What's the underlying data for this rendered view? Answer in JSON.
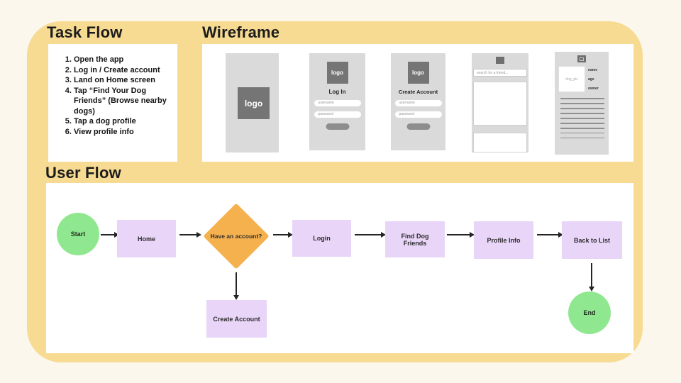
{
  "page": {
    "task_flow_title": "Task Flow",
    "wireframe_title": "Wireframe",
    "user_flow_title": "User Flow"
  },
  "task_flow": {
    "items": [
      "Open the app",
      "Log in / Create account",
      "Land on Home screen",
      "Tap “Find Your Dog Friends” (Browse nearby dogs)",
      "Tap a dog profile",
      "View profile info"
    ]
  },
  "wireframe": {
    "screens": {
      "splash": {
        "logo_label": "logo"
      },
      "login": {
        "logo_label": "logo",
        "title": "Log In",
        "username_placeholder": "username",
        "password_placeholder": "password"
      },
      "create_account": {
        "logo_label": "logo",
        "title": "Create Account",
        "username_placeholder": "username",
        "password_placeholder": "password"
      },
      "browse": {
        "search_placeholder": "search for a friend..."
      },
      "profile": {
        "photo_label": "dog_pic",
        "fields": [
          "name",
          "age",
          "owner"
        ]
      }
    }
  },
  "user_flow": {
    "nodes": {
      "start": "Start",
      "home": "Home",
      "decision": "Have an account?",
      "login": "Login",
      "find_dog_friends": "Find Dog Friends",
      "profile_info": "Profile Info",
      "back_to_list": "Back to List",
      "create_account": "Create Account",
      "end": "End"
    },
    "edges": [
      {
        "from": "start",
        "to": "home"
      },
      {
        "from": "home",
        "to": "decision"
      },
      {
        "from": "decision",
        "to": "login"
      },
      {
        "from": "decision",
        "to": "create_account"
      },
      {
        "from": "login",
        "to": "find_dog_friends"
      },
      {
        "from": "find_dog_friends",
        "to": "profile_info"
      },
      {
        "from": "profile_info",
        "to": "back_to_list"
      },
      {
        "from": "back_to_list",
        "to": "end"
      }
    ]
  },
  "colors": {
    "bg_cream": "#fbf7ec",
    "card_yellow": "#f8db92",
    "wire_gray": "#dadada",
    "logo_gray": "#757575",
    "node_purple": "#e9d5f8",
    "node_green": "#8fe88f",
    "node_orange": "#f6b14f"
  }
}
